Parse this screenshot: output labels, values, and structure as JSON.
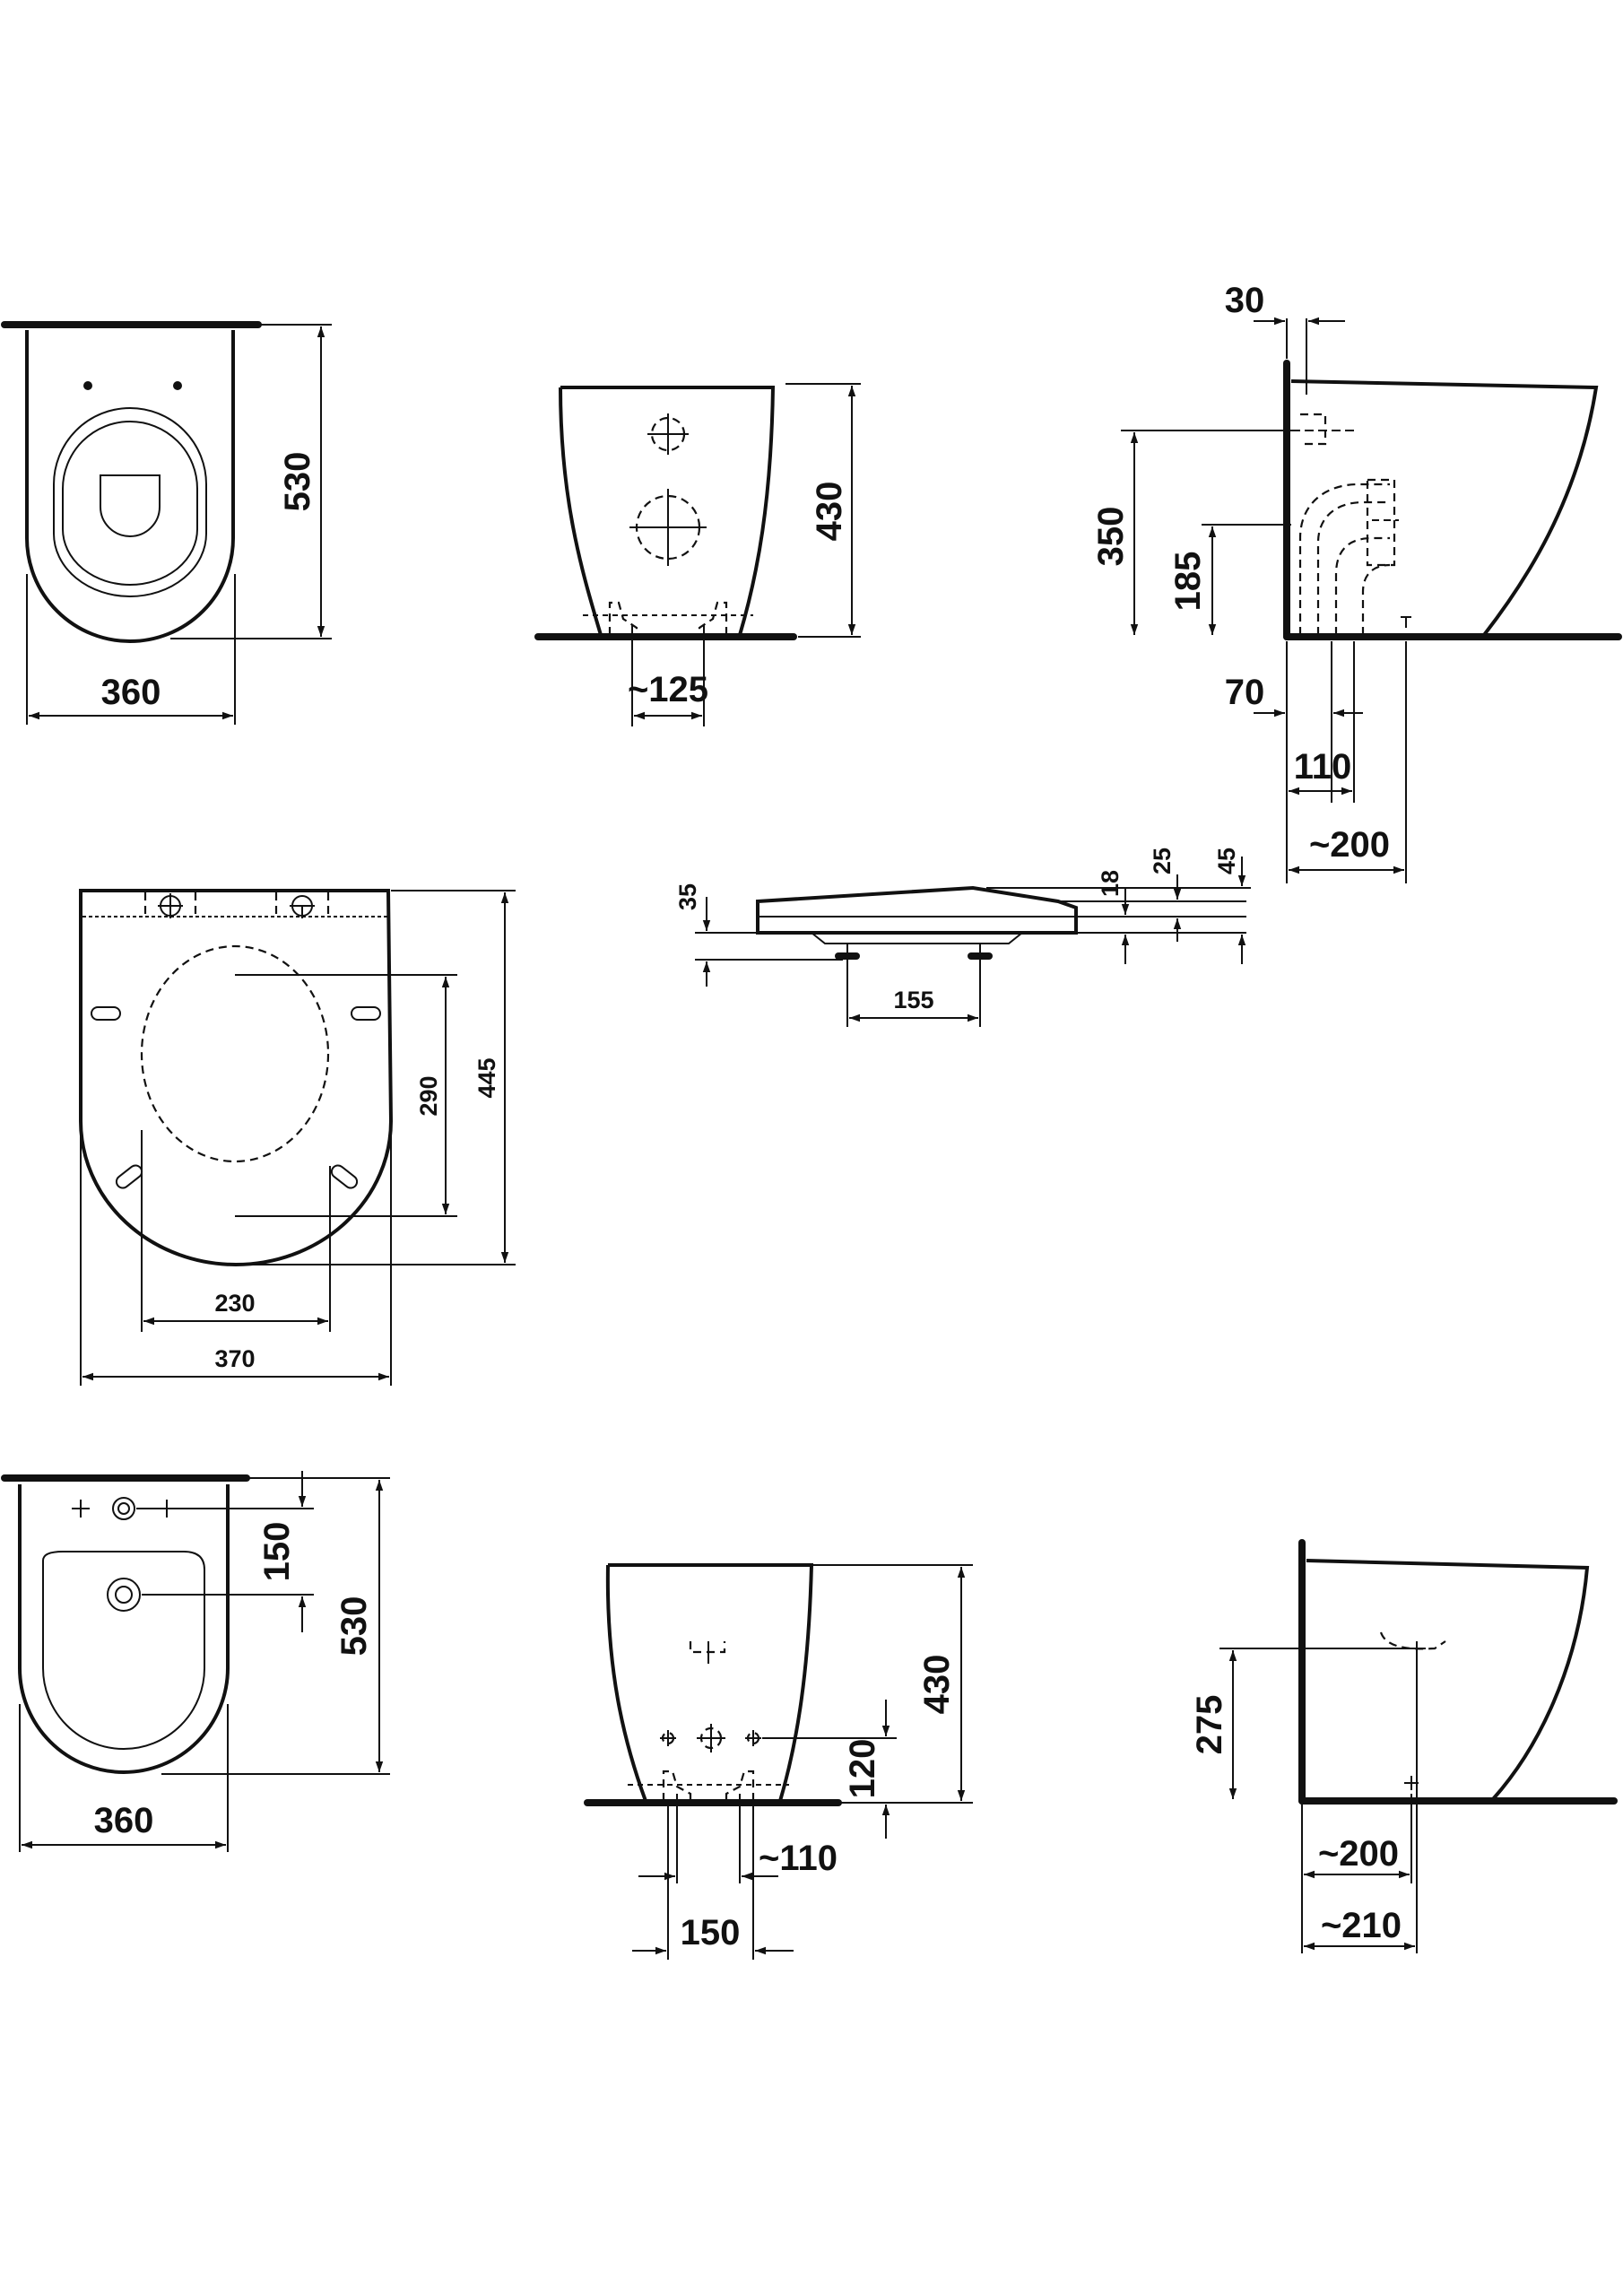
{
  "drawing": {
    "toilet": {
      "top_view": {
        "width": "360",
        "depth": "530"
      },
      "front_view": {
        "height": "430",
        "fixing_spacing": "~125"
      },
      "side_view": {
        "wall_gap": "30",
        "inlet_height": "350",
        "outlet_height": "185",
        "outlet_offset": "70",
        "outlet_diameter": "110",
        "floor_fixing": "~200"
      }
    },
    "seat": {
      "top_view": {
        "inner_depth": "290",
        "outer_depth": "445",
        "inner_width": "230",
        "outer_width": "370"
      },
      "side_view": {
        "clearance": "35",
        "cover_thickness": "18",
        "seat_height": "25",
        "total_height": "45",
        "hinge_spacing": "155"
      }
    },
    "bidet": {
      "top_view": {
        "width": "360",
        "depth": "530",
        "tap_hole_distance": "150"
      },
      "front_view": {
        "height": "430",
        "supply_height": "120",
        "fixing_spacing": "~110",
        "connection_spacing": "150"
      },
      "side_view": {
        "supply_height": "275",
        "fixing_distance": "~200",
        "outlet_distance": "~210"
      }
    }
  }
}
